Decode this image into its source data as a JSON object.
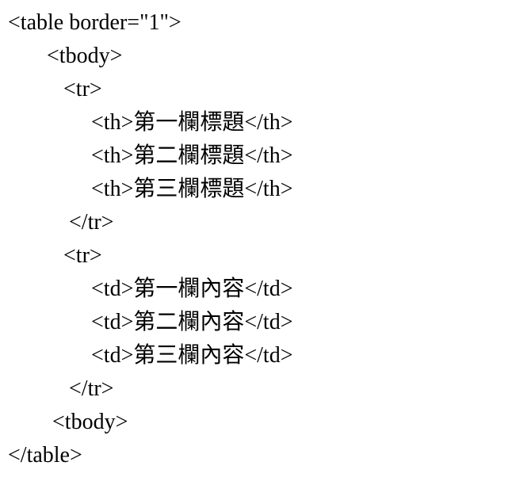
{
  "code": {
    "language": "html",
    "lines": [
      {
        "text": "<table border=\"1\">"
      },
      {
        "text": "       <tbody>"
      },
      {
        "text": "          <tr>"
      },
      {
        "text": "               <th>第一欄標題</th>"
      },
      {
        "text": "               <th>第二欄標題</th>"
      },
      {
        "text": "               <th>第三欄標題</th>"
      },
      {
        "text": "           </tr>"
      },
      {
        "text": "          <tr>"
      },
      {
        "text": "               <td>第一欄內容</td>"
      },
      {
        "text": "               <td>第二欄內容</td>"
      },
      {
        "text": "               <td>第三欄內容</td>"
      },
      {
        "text": "           </tr>"
      },
      {
        "text": "        <tbody>"
      },
      {
        "text": "</table>"
      }
    ]
  }
}
